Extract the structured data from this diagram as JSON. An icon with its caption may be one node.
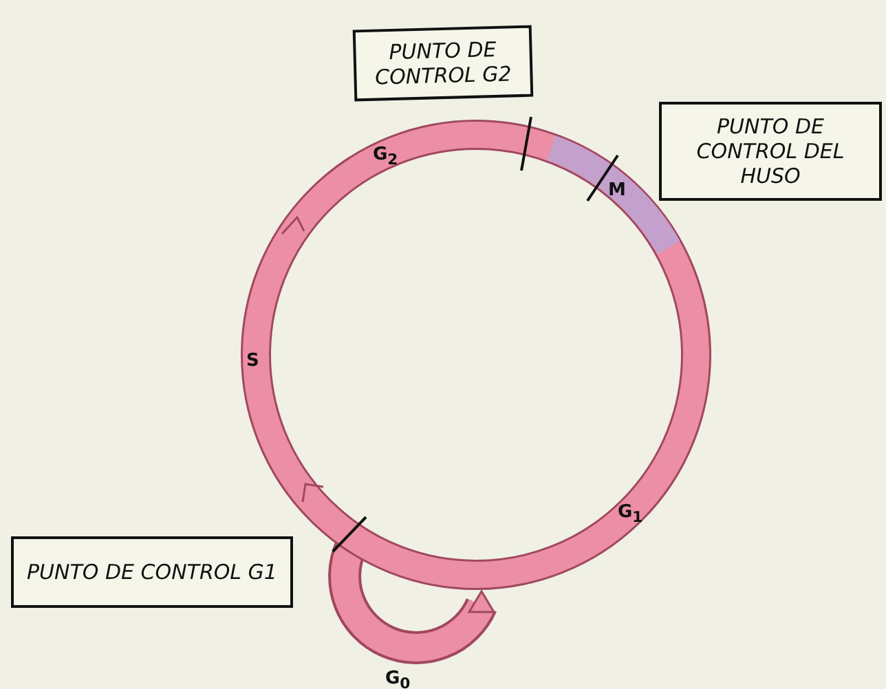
{
  "diagram": {
    "nodes": [
      {
        "text": [
          "PUNTO DE CONTROL G2"
        ]
      },
      {
        "text": [
          "PUNTO DE CONTROL DEL HUSO"
        ]
      },
      {
        "text": [
          "PUNTO DE CONTROL G1"
        ]
      }
    ],
    "labels": [
      "G$_{2}$",
      "M",
      "S",
      "G$_{1}$",
      "G$_{0}$"
    ]
  }
}
